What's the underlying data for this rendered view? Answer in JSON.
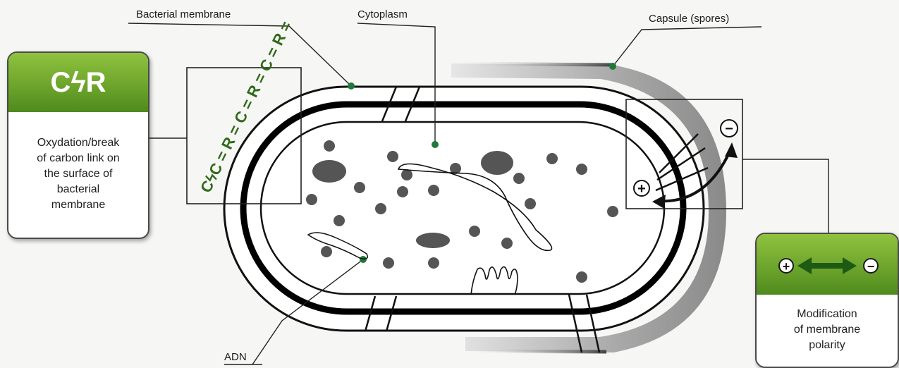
{
  "labels": {
    "bacterial_membrane": "Bacterial membrane",
    "cytoplasm": "Cytoplasm",
    "capsule": "Capsule (spores)",
    "adn": "ADN"
  },
  "left_card": {
    "symbol": "CϟR",
    "text_lines": [
      "Oxydation/break",
      "of carbon link on",
      "the surface of",
      "bacterial",
      "membrane"
    ]
  },
  "right_card": {
    "text_lines": [
      "Modification",
      "of membrane",
      "polarity"
    ]
  },
  "chain_text": "CϟC = R = C = R = C = R =",
  "polarity": {
    "plus": "+",
    "minus": "−"
  },
  "colors": {
    "accent_green": "#6aa22a",
    "dot_green": "#1f7a3a",
    "granule": "#555555"
  }
}
